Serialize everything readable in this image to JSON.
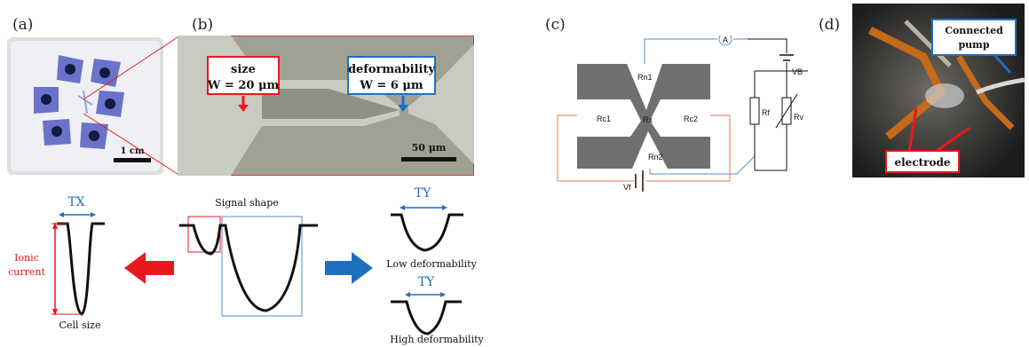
{
  "panels": {
    "a": {
      "label": "(a)",
      "scale": "1 cm"
    },
    "b": {
      "label": "(b)",
      "size_box": {
        "line1": "size",
        "line2": "W = 20 μm"
      },
      "deform_box": {
        "line1": "deformability",
        "line2": "W = 6 μm"
      },
      "scale": "50 μm"
    },
    "c": {
      "label": "(c)",
      "ammeter": "A",
      "r_n1": "Rn1",
      "r_n2": "Rn2",
      "r_x": "Rx",
      "r_c1": "Rc1",
      "r_c2": "Rc2",
      "r_f": "Rf",
      "r_v": "Rv",
      "v_b": "VB",
      "v_f": "Vf"
    },
    "d": {
      "label": "(d)",
      "pump": "Connected pump",
      "electrode": "electrode"
    }
  },
  "signal": {
    "tx": "TX",
    "ty_low": "TY",
    "ty_high": "TY",
    "ionic_line1": "Ionic",
    "ionic_line2": "current",
    "cell_size": "Cell size",
    "signal_shape": "Signal shape",
    "low": "Low deformability",
    "high": "High deformability"
  },
  "colors": {
    "red": "#e8191c",
    "blue": "#1f6fbf",
    "orange": "#e07a4a",
    "steel": "#5b8bc4"
  }
}
